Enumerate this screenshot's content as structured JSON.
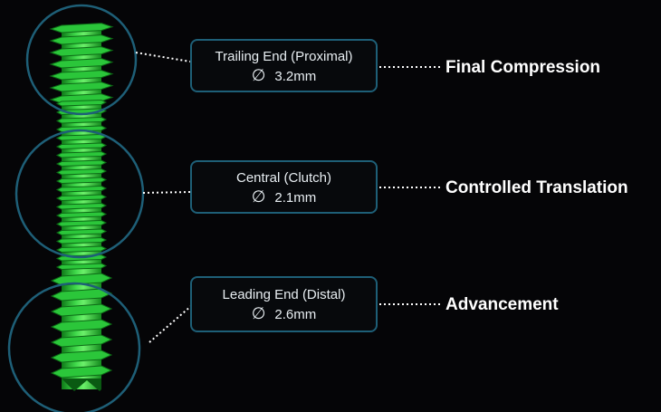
{
  "zones": [
    {
      "name": "Trailing End (Proximal)",
      "diameter_symbol": "∅",
      "diameter": "3.2mm",
      "outcome": "Final Compression"
    },
    {
      "name": "Central (Clutch)",
      "diameter_symbol": "∅",
      "diameter": "2.1mm",
      "outcome": "Controlled Translation"
    },
    {
      "name": "Leading End (Distal)",
      "diameter_symbol": "∅",
      "diameter": "2.6mm",
      "outcome": "Advancement"
    }
  ],
  "colors": {
    "background": "#050507",
    "screw": "#22c232",
    "screw_highlight": "#6cf06a",
    "outline": "#1e5f77",
    "dotted_line": "#ffffff"
  }
}
